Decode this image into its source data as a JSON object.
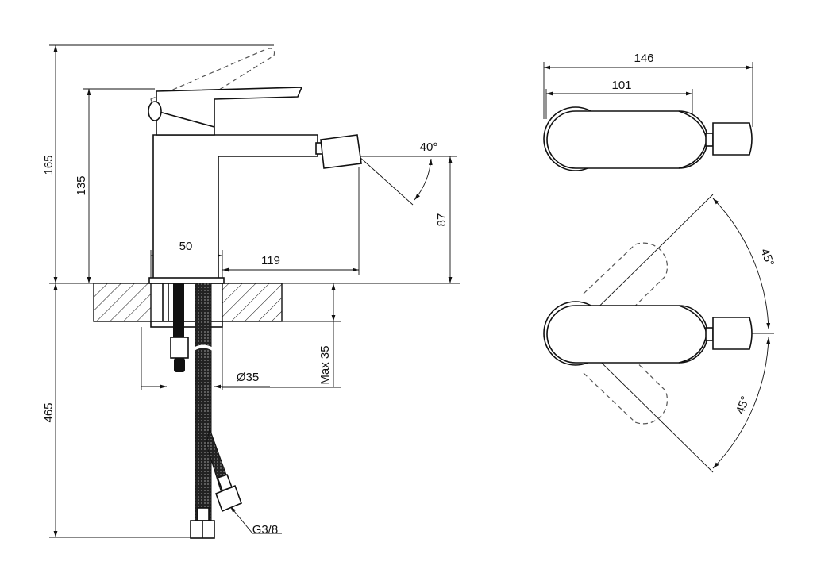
{
  "dimensions": {
    "total_height": "165",
    "body_height": "135",
    "base_width": "50",
    "spout_reach": "119",
    "jet_angle": "40°",
    "jet_height": "87",
    "max_thickness": "Max 35",
    "hole_diameter": "Ø35",
    "hose_length": "465",
    "connection_thread": "G3/8",
    "top_total_length": "146",
    "top_body_length": "101",
    "handle_angle_up": "45°",
    "handle_angle_down": "45°"
  }
}
